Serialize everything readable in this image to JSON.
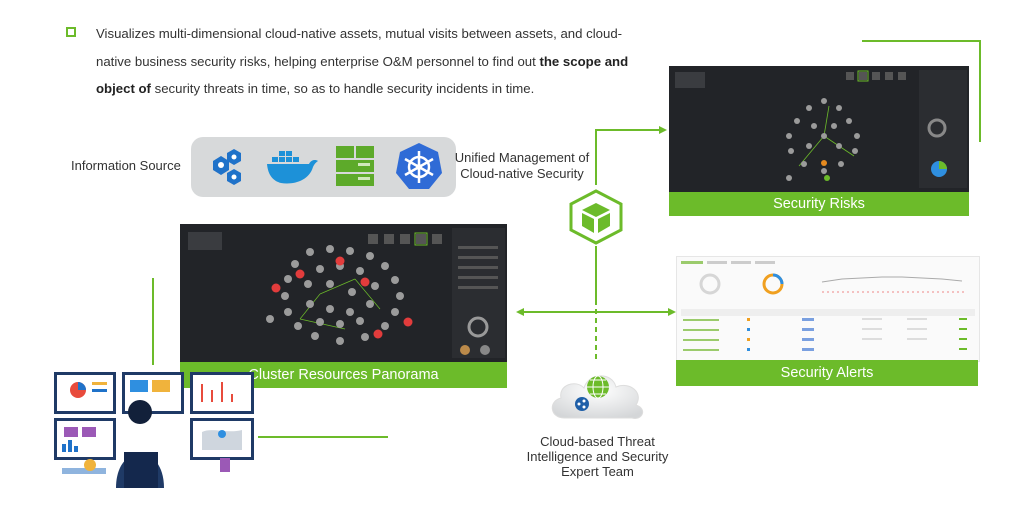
{
  "intro": {
    "part1": "Visualizes multi-dimensional cloud-native assets, mutual visits between assets, and cloud-native business security risks, helping enterprise O&M personnel to find out ",
    "bold": "the scope and object of",
    "part2": " security threats in time, so as to handle security incidents in time."
  },
  "labels": {
    "information_source": "Information Source",
    "unified_line1": "Unified Management of",
    "unified_line2": "Cloud-native Security",
    "cloud_line1": "Cloud-based Threat",
    "cloud_line2": "Intelligence and Security",
    "cloud_line3": "Expert Team"
  },
  "panels": {
    "risks": "Security Risks",
    "cluster": "Cluster Resources Panorama",
    "alerts": "Security Alerts"
  },
  "colors": {
    "accent": "#6cbb2a",
    "panel_bg": "#222428",
    "node": "#9b9b9b",
    "alert_node": "#e23c3c"
  },
  "icons": {
    "source": [
      "kubernetes-pods-icon",
      "docker-whale-icon",
      "server-stack-icon",
      "kubernetes-helm-icon"
    ],
    "center": "hexagon-cube-icon",
    "cloud": "cloud-globe-icon",
    "operator": "operator-workstation-icon"
  }
}
